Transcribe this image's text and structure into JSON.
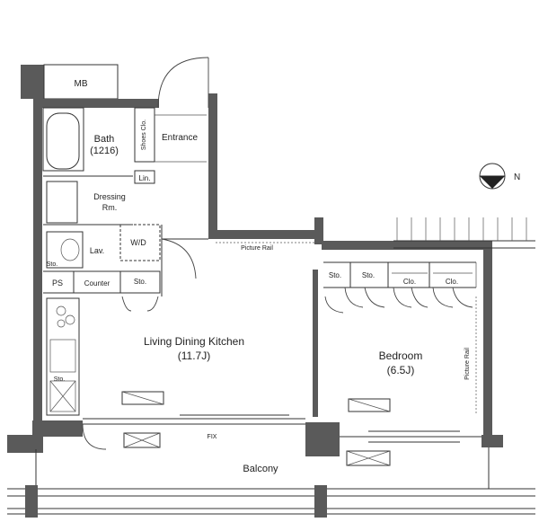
{
  "rooms": {
    "mb": "MB",
    "bath": "Bath",
    "bath_size": "(1216)",
    "shoe_closet": "Shoes Clo.",
    "entrance": "Entrance",
    "linen": "Lin.",
    "dressing": "Dressing",
    "dressing_2": "Rm.",
    "wd": "W/D",
    "lav": "Lav.",
    "sto_lav": "Sto.",
    "ps": "PS",
    "counter": "Counter",
    "sto_hall": "Sto.",
    "ldk": "Living Dining Kitchen",
    "ldk_size": "(11.7J)",
    "picture_rail_ldk": "Picture Rail",
    "picture_rail_bed": "Picture Rail",
    "sto_bed_1": "Sto.",
    "sto_bed_2": "Sto.",
    "clo_1": "Clo.",
    "clo_2": "Clo.",
    "bedroom": "Bedroom",
    "bedroom_size": "(6.5J)",
    "kitchen_sto": "Sto.",
    "fix": "FIX",
    "balcony": "Balcony"
  },
  "compass": {
    "north": "N"
  },
  "colors": {
    "wall": "#5a5a5a",
    "line": "#333333",
    "background": "#ffffff"
  }
}
